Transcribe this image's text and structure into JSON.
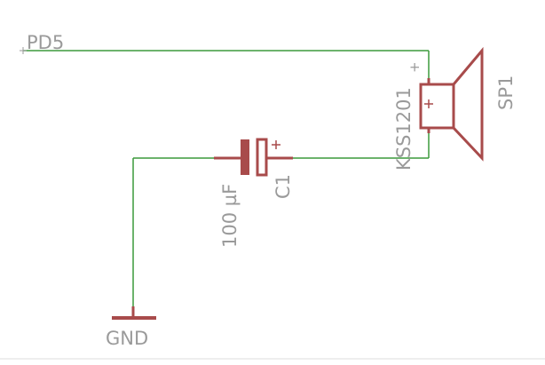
{
  "schematic": {
    "net_labels": {
      "signal": "PD5",
      "ground": "GND"
    },
    "speaker": {
      "name": "SP1",
      "value": "KSS1201",
      "pin_polarity": "+"
    },
    "capacitor": {
      "name": "C1",
      "value": "100 µF",
      "polarity": "+"
    },
    "colors": {
      "wire": "#3c9a3c",
      "component": "#a84b4b",
      "label": "#9a9a9a",
      "origin": "#9a9a9a"
    }
  }
}
